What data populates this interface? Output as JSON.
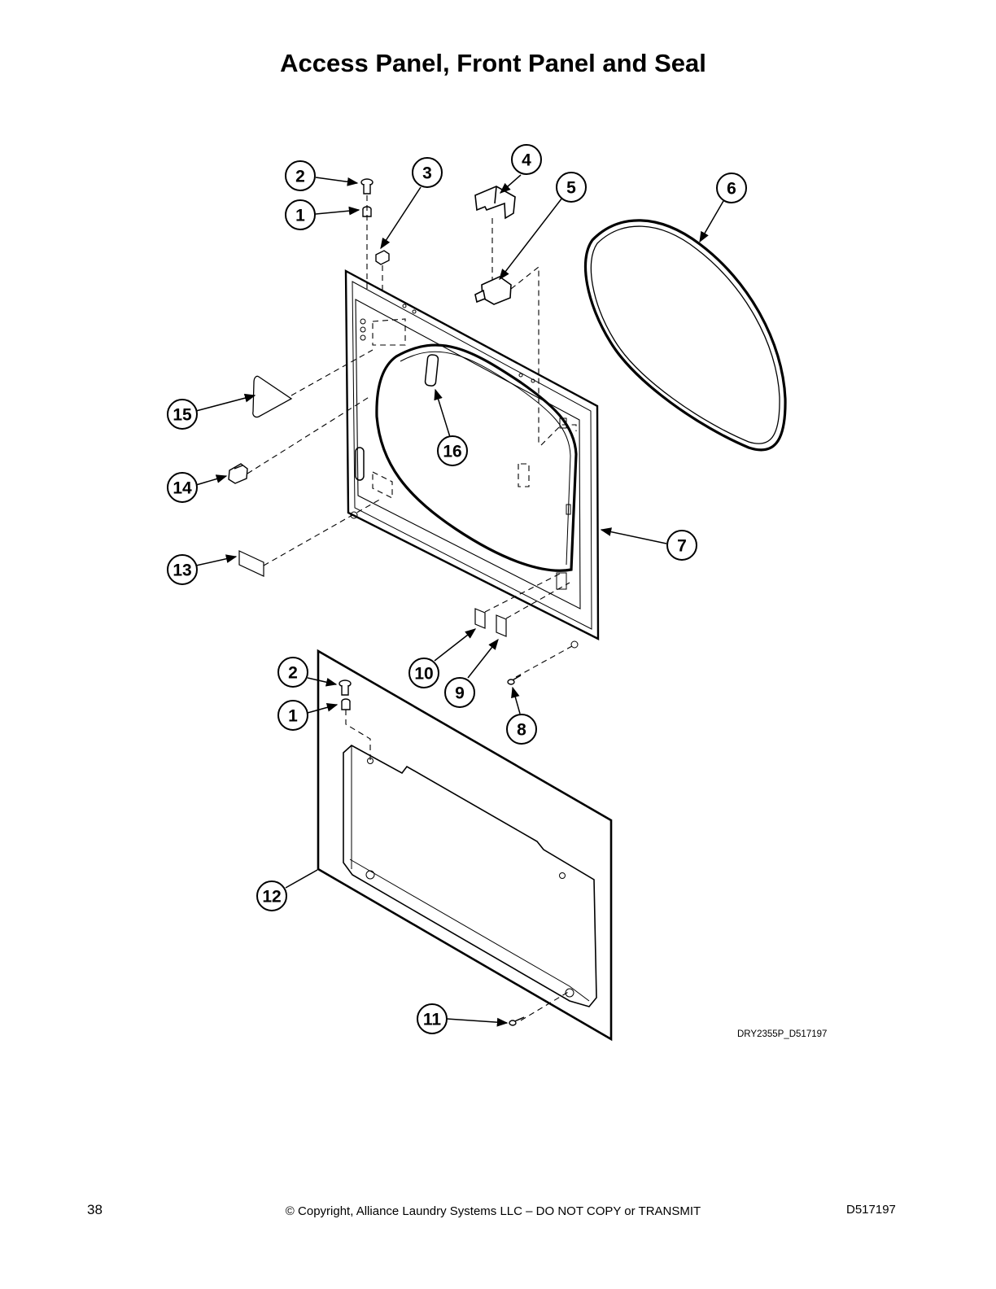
{
  "title": "Access Panel, Front Panel and Seal",
  "diagram_code": "DRY2355P_D517197",
  "footer": {
    "page_number": "38",
    "copyright": "© Copyright, Alliance Laundry Systems LLC – DO NOT COPY or TRANSMIT",
    "doc_number": "D517197"
  },
  "callouts": {
    "c1a": "1",
    "c2a": "2",
    "c3": "3",
    "c4": "4",
    "c5": "5",
    "c6": "6",
    "c7": "7",
    "c8": "8",
    "c9": "9",
    "c10": "10",
    "c11": "11",
    "c12": "12",
    "c13": "13",
    "c14": "14",
    "c15": "15",
    "c16": "16",
    "c1b": "1",
    "c2b": "2"
  }
}
